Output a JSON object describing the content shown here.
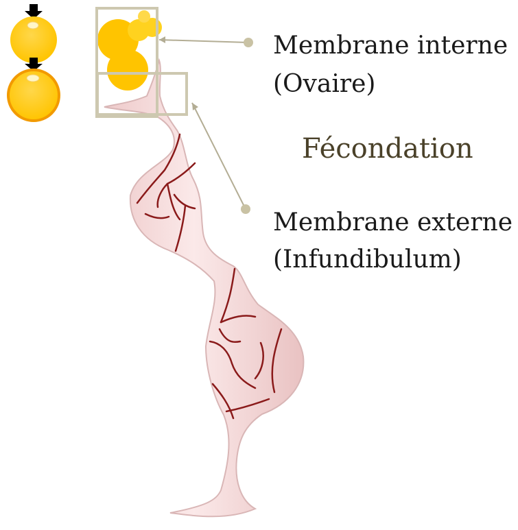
{
  "labels": {
    "inner_membrane": "Membrane interne",
    "inner_membrane_sub": "(Ovaire)",
    "fertilization": "Fécondation",
    "outer_membrane": "Membrane externe",
    "outer_membrane_sub": "(Infundibulum)"
  },
  "colors": {
    "egg_yolk": "#ffc400",
    "egg_outline": "#f29a00",
    "egg_highlight": "#fff6c8",
    "oviduct_fill": "#f6dcdc",
    "oviduct_stroke": "#d9b6b6",
    "vessels": "#8a1a1a",
    "callout_line": "#b3ad94",
    "callout_dot": "#c9c2a4",
    "highlight_box": "#cdc8b0",
    "arrow": "#000000"
  },
  "icons": [
    "egg-icon",
    "arrow-down-icon",
    "callout-dot-icon"
  ]
}
